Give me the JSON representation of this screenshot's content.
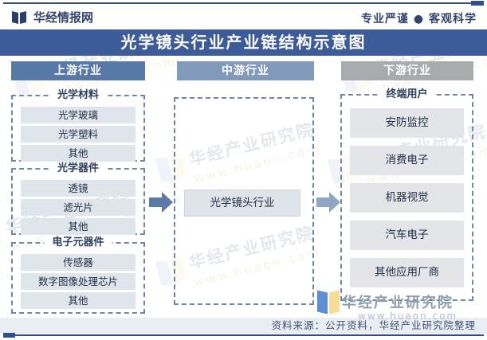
{
  "masthead": {
    "logo": "open-book-icon",
    "brand": "华经情报网",
    "tagline": "专业严谨 ● 客观科学"
  },
  "title": "光学镜头行业产业链结构示意图",
  "chain": {
    "upstream": {
      "header": "上游行业",
      "groups": [
        {
          "title": "光学材料",
          "items": [
            "光学玻璃",
            "光学塑料",
            "其他"
          ]
        },
        {
          "title": "光学器件",
          "items": [
            "透镜",
            "滤光片",
            "其他"
          ]
        },
        {
          "title": "电子元器件",
          "items": [
            "传感器",
            "数字图像处理芯片",
            "其他"
          ]
        }
      ]
    },
    "midstream": {
      "header": "中游行业",
      "node": "光学镜头行业"
    },
    "downstream": {
      "header": "下游行业",
      "group_title": "终端用户",
      "items": [
        "安防监控",
        "消费电子",
        "机器视觉",
        "汽车电子",
        "其他应用厂商"
      ]
    }
  },
  "watermark": {
    "name": "华经产业研究院",
    "url": "www.huaon.com"
  },
  "footer": {
    "brand": "华经产业研究院",
    "url": "www.huaon.com",
    "source": "资料来源：公开资料，华经产业研究院整理"
  },
  "colors": {
    "rule_navy": "#2e4e8f",
    "title_bar": "#3d5a99",
    "upstream_header": "#5878a8",
    "midstream_header": "#8199bb",
    "downstream_header": "#a8abae",
    "chip_bg": "#e0e4eb",
    "arrow_left": "#5b7aa8",
    "arrow_right": "#8fa6c3"
  }
}
